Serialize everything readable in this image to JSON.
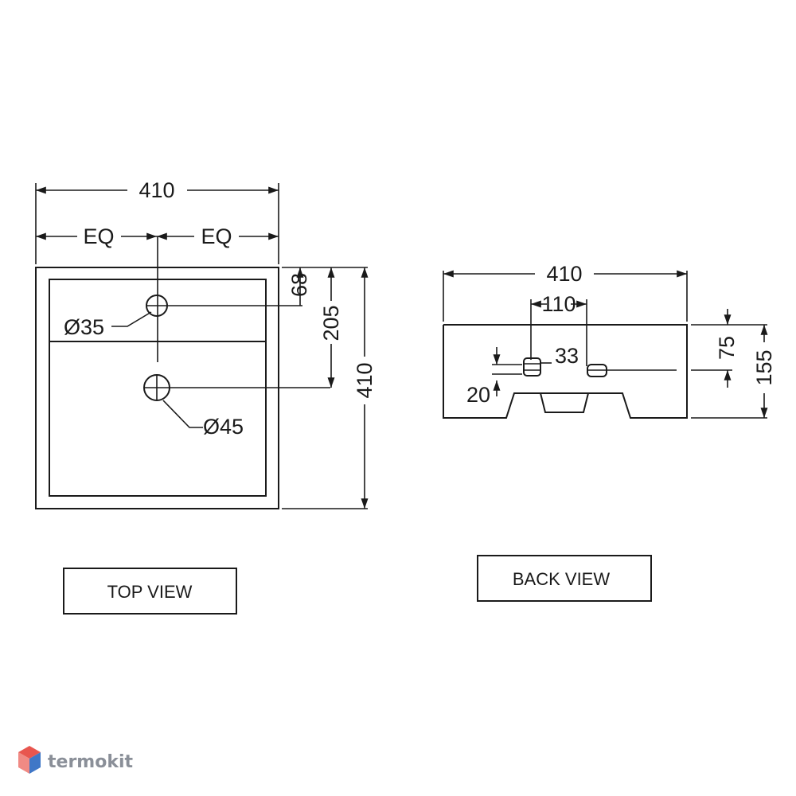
{
  "top_view": {
    "caption": "TOP VIEW",
    "width_dim": "410",
    "eq_left": "EQ",
    "eq_right": "EQ",
    "dim_68": "68",
    "dim_205": "205",
    "depth_dim": "410",
    "hole_small": "Ø35",
    "hole_large": "Ø45"
  },
  "back_view": {
    "caption": "BACK VIEW",
    "width_dim": "410",
    "dim_110": "110",
    "dim_33": "33",
    "dim_20": "20",
    "dim_75": "75",
    "dim_155": "155"
  },
  "watermark": {
    "brand": "termokit"
  },
  "colors": {
    "line": "#1a1a1a",
    "brand_text": "#8a8f98",
    "logo_red": "#e8564f",
    "logo_blue": "#3f77c7"
  }
}
